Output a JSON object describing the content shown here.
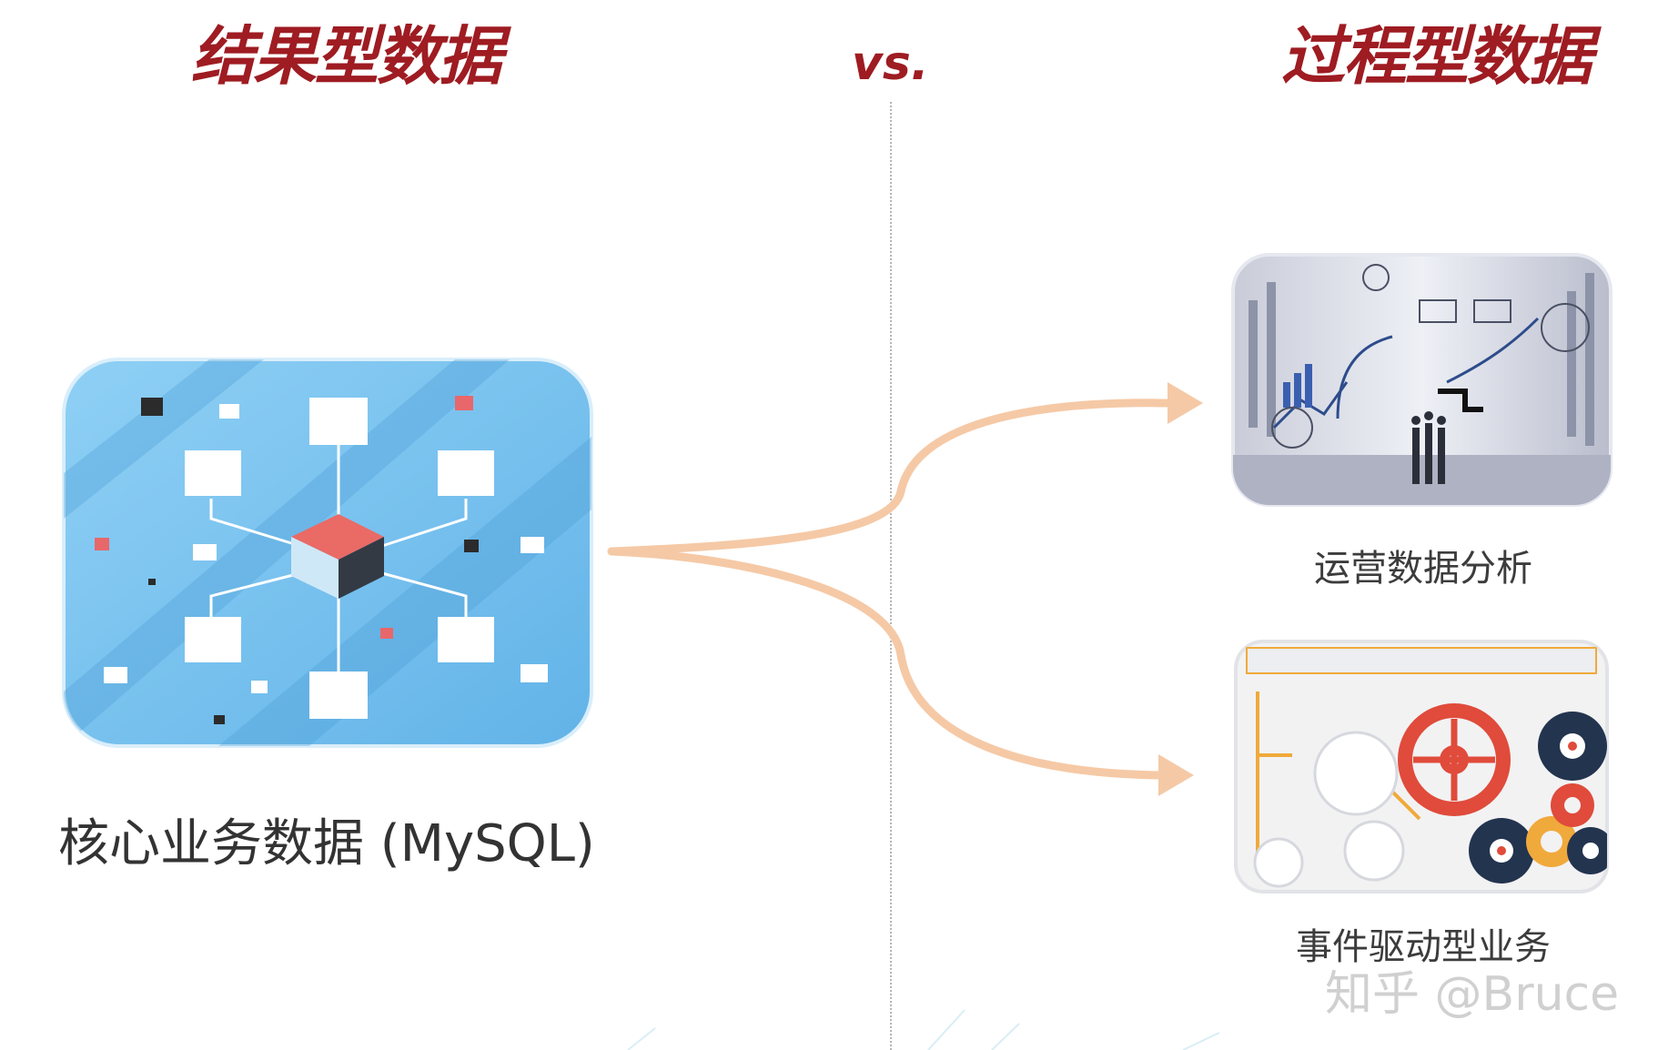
{
  "left_heading": "结果型数据",
  "vs_label": "vs.",
  "right_heading": "过程型数据",
  "core_caption": "核心业务数据 (MySQL)",
  "ops_caption": "运营数据分析",
  "event_caption": "事件驱动型业务",
  "watermark": "知乎 @Bruce",
  "colors": {
    "heading": "#9e1c22",
    "arrow": "#f5c9a6",
    "card_blue": "#7fc3ee",
    "gear_red": "#e04b3b",
    "gear_navy": "#23344f",
    "gear_orange": "#f0a93b"
  },
  "icons": {
    "core_card": "database-network-illustration",
    "ops_card": "business-sketch-photo",
    "event_card": "gear-machine-illustration"
  }
}
